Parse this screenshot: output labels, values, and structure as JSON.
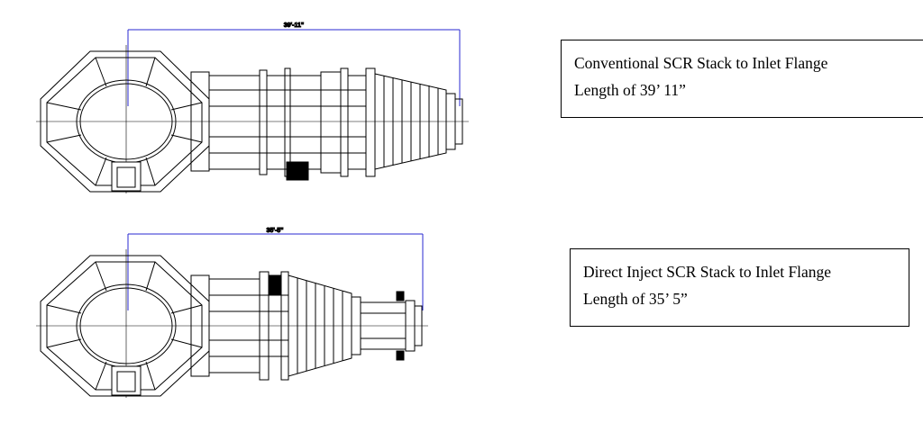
{
  "drawings": [
    {
      "dimension_label": "39'-11\"",
      "caption_line1": "Conventional SCR Stack to Inlet Flange",
      "caption_line2": "Length of 39’ 11”"
    },
    {
      "dimension_label": "35'-5\"",
      "caption_line1": "Direct Inject SCR Stack to Inlet Flange",
      "caption_line2": "Length of 35’ 5”"
    }
  ],
  "colors": {
    "dimension_line": "#2a2ad0",
    "linework": "#000000"
  }
}
